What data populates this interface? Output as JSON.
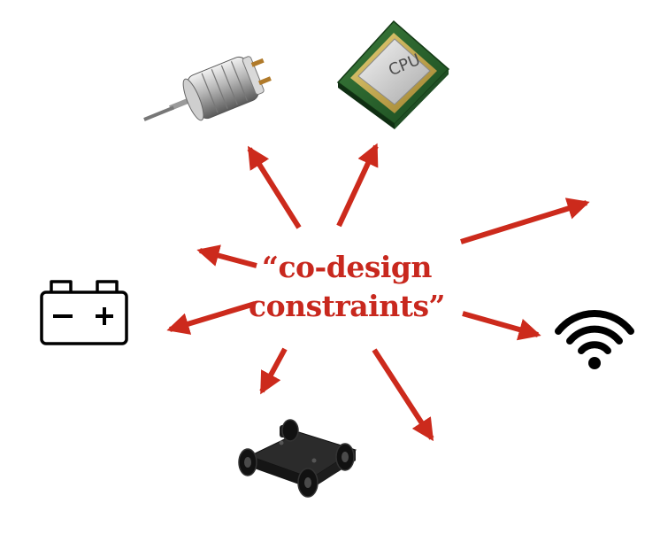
{
  "center_label": {
    "line1": "“co-design",
    "line2": "constraints”"
  },
  "colors": {
    "arrow": "#cc2a1c",
    "text": "#c8281e",
    "icon": "#000000"
  },
  "icons": [
    "motor-icon",
    "cpu-icon",
    "battery-icon",
    "wifi-icon",
    "robot-chassis-icon"
  ],
  "cpu_chip_text": "CPU"
}
